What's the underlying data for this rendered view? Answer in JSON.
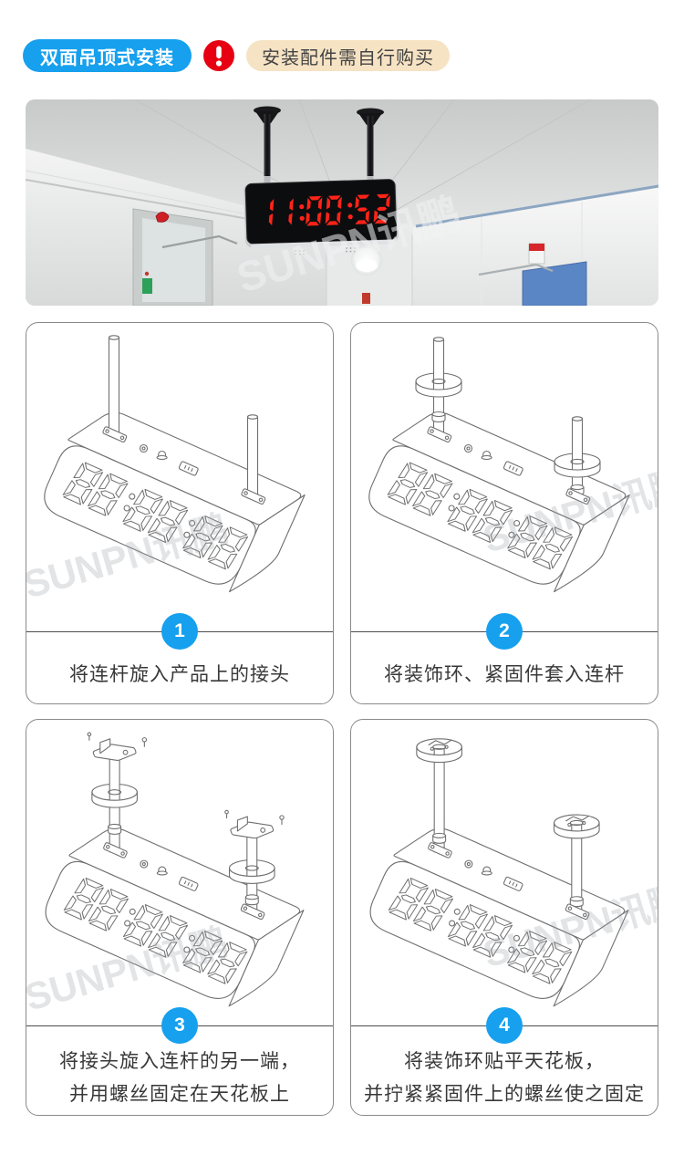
{
  "header": {
    "category_badge": "双面吊顶式安装",
    "alert_icon": "exclamation",
    "note_badge": "安装配件需自行购买"
  },
  "photo": {
    "clock_time": "11:00:52",
    "watermark": "SUNPN讯鹏"
  },
  "illustration": {
    "digits": "88:88:88",
    "watermark": "SUNPN讯鹏"
  },
  "steps": [
    {
      "number": "1",
      "caption_lines": [
        "将连杆旋入产品上的接头"
      ]
    },
    {
      "number": "2",
      "caption_lines": [
        "将装饰环、紧固件套入连杆"
      ]
    },
    {
      "number": "3",
      "caption_lines": [
        "将接头旋入连杆的另一端，",
        "并用螺丝固定在天花板上"
      ]
    },
    {
      "number": "4",
      "caption_lines": [
        "将装饰环贴平天花板，",
        "并拧紧紧固件上的螺丝使之固定"
      ]
    }
  ],
  "colors": {
    "accent_blue": "#16a0ee",
    "alert_red": "#e60012",
    "note_bg": "#f6e3c4",
    "note_text": "#434343",
    "caption_text": "#383838",
    "panel_border": "#8a8a8a",
    "separator": "#4d4d4d",
    "drawing_line": "#6f6f6f",
    "led_red": "#ff2318",
    "watermark_gray": "#99a0a8"
  }
}
